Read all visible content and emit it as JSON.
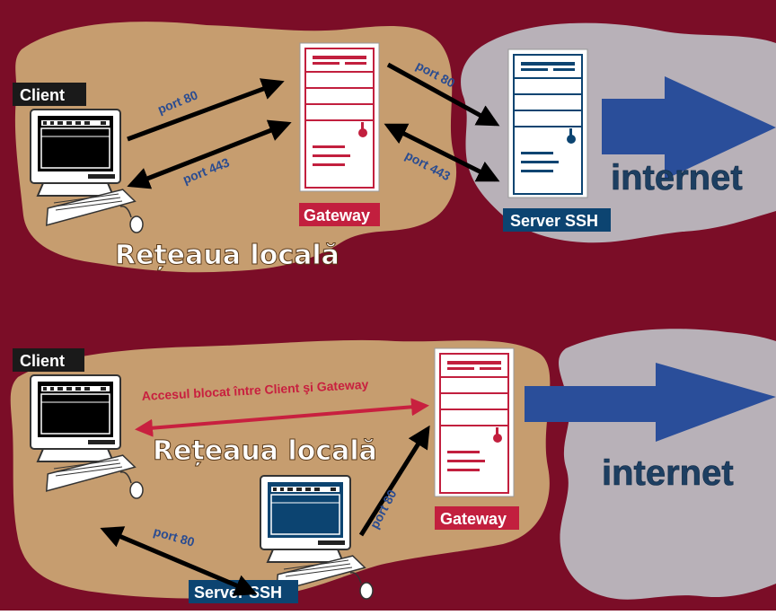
{
  "colors": {
    "background": "#7b0d27",
    "local_net": "#c69d6f",
    "cloud": "#b8b1b8",
    "port_label": "#2a4c91",
    "blocked": "#c8203f",
    "gateway_badge": "#c21f3e",
    "server_badge": "#0c4471",
    "server_accent": "#0c4471",
    "gateway_accent": "#c21f3e",
    "internet_text": "#1d3f62",
    "arrow_big": "#2a4e9a"
  },
  "icons": {
    "client_computer": "desktop-computer-icon",
    "gateway": "tower-server-icon",
    "server": "tower-server-icon",
    "keyboard": "keyboard-icon",
    "mouse": "mouse-icon",
    "internet_arrow": "big-arrow-icon"
  },
  "top": {
    "client_label": "Client",
    "gateway_label": "Gateway",
    "server_label": "Server SSH",
    "internet_label": "internet",
    "network_label": "Rețeaua locală",
    "port_client_gateway_out": "port 80",
    "port_client_gateway_back": "port 443",
    "port_gateway_server_out": "port 80",
    "port_gateway_server_back": "port 443"
  },
  "bottom": {
    "client_label": "Client",
    "gateway_label": "Gateway",
    "server_label": "Server SSH",
    "internet_label": "internet",
    "network_label": "Rețeaua locală",
    "blocked_label": "Accesul blocat între Client şi Gateway",
    "port_client_server": "port 80",
    "port_server_gateway": "port 80"
  }
}
